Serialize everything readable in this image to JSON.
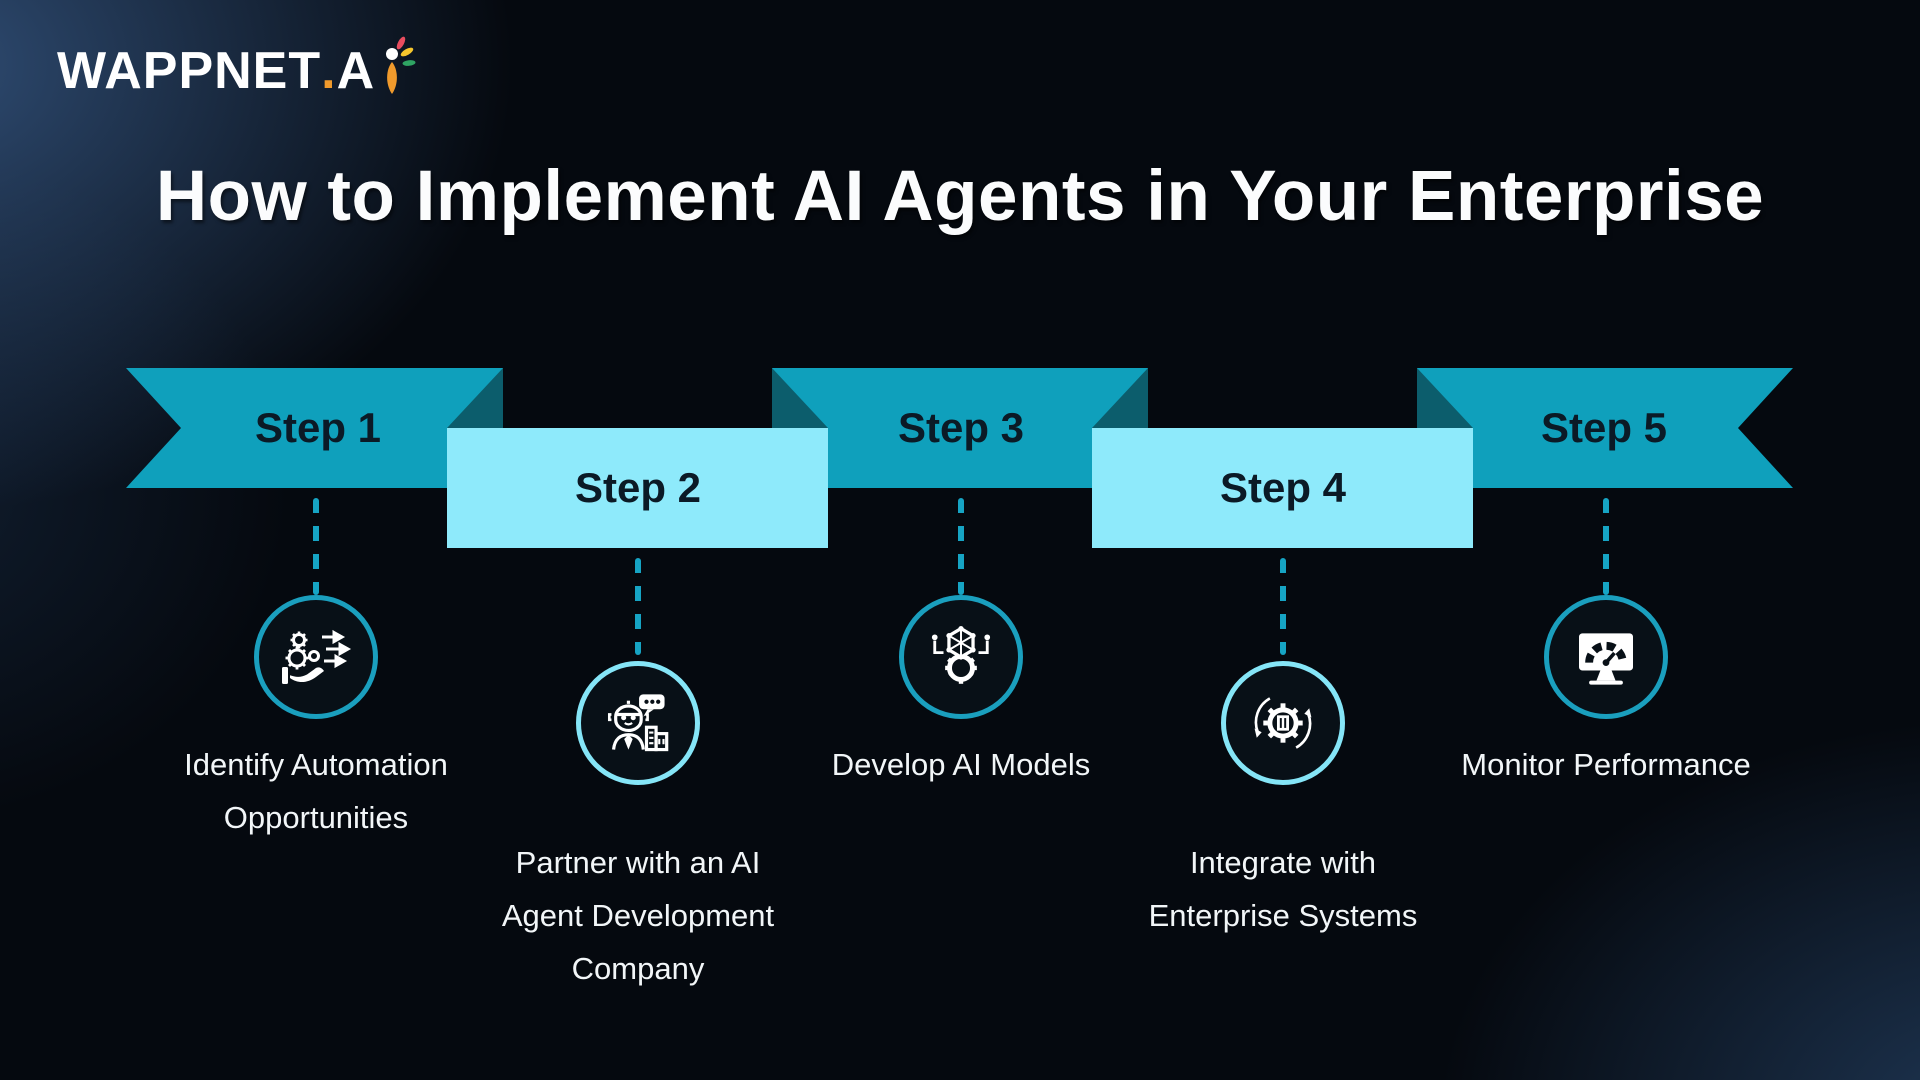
{
  "brand": {
    "word": "WAPPNET",
    "dot": ".",
    "suffix": "A",
    "i_icon": "spark-i"
  },
  "title": "How to Implement AI Agents in Your Enterprise",
  "colors": {
    "teal": "#0fa0bc",
    "teal_fold": "#0c5d6c",
    "cyan": "#8eeafb",
    "step_text": "#0b1a26",
    "dash": "#16a4c4",
    "ring_teal": "#1a9fbe",
    "ring_cyan": "#85e5f7",
    "label_text": "#f2f6f8",
    "background": "#05090f",
    "glow_blue": "#2a4c72",
    "logo_orange": "#f09a2c"
  },
  "steps": [
    {
      "label": "Step 1",
      "icon": "automation-gears-hand-icon",
      "caption_lines": [
        "Identify Automation",
        "Opportunities"
      ]
    },
    {
      "label": "Step 2",
      "icon": "robot-partner-icon",
      "caption_lines": [
        "Partner with an AI",
        "Agent Development",
        "Company"
      ]
    },
    {
      "label": "Step 3",
      "icon": "ai-model-gear-icon",
      "caption_lines": [
        "Develop AI Models"
      ]
    },
    {
      "label": "Step 4",
      "icon": "integration-sync-icon",
      "caption_lines": [
        "Integrate with",
        "Enterprise Systems"
      ]
    },
    {
      "label": "Step 5",
      "icon": "performance-monitor-icon",
      "caption_lines": [
        "Monitor Performance"
      ]
    }
  ]
}
